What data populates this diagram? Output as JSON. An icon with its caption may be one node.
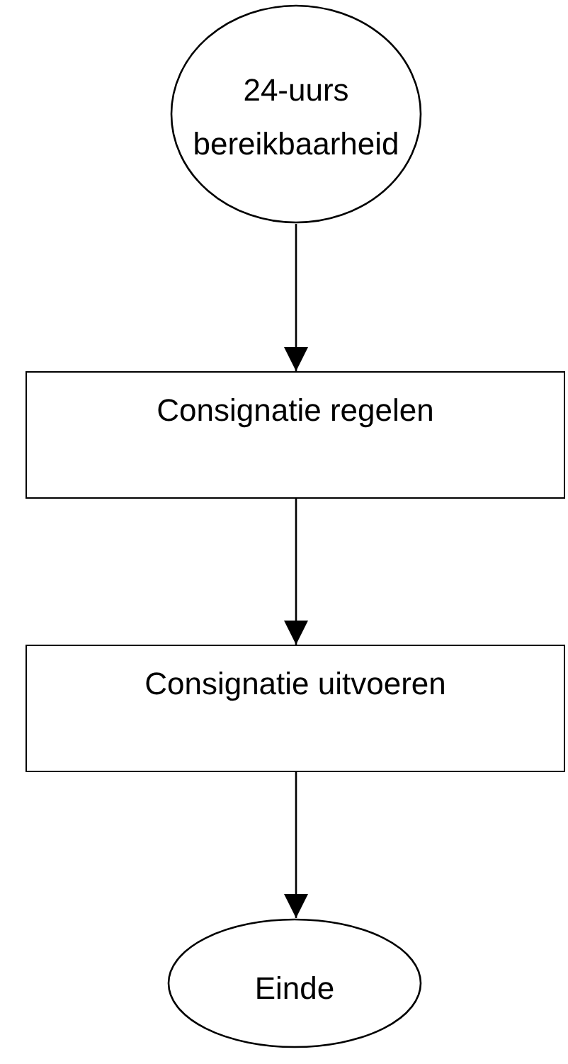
{
  "diagram": {
    "nodes": [
      {
        "text": [
          "24-uurs bereikbaarheid"
        ]
      },
      {
        "text": [
          "Consignatie regelen"
        ]
      },
      {
        "text": [
          "Consignatie uitvoeren"
        ]
      },
      {
        "text": [
          "Einde"
        ]
      }
    ],
    "edges": [
      {
        "from": 0,
        "to": 1,
        "arrow": "to"
      },
      {
        "from": 1,
        "to": 2,
        "arrow": "to"
      },
      {
        "from": 2,
        "to": 3,
        "arrow": "to"
      }
    ]
  }
}
